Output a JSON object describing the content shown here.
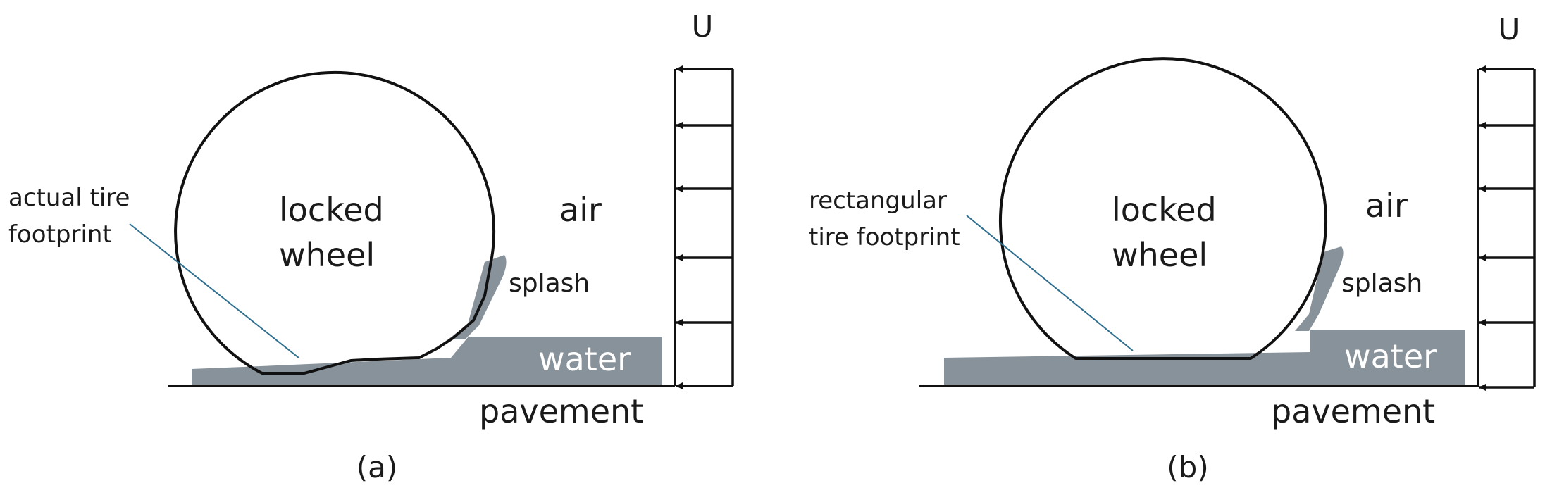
{
  "panel_a": {
    "wheel_label_line1": "locked",
    "wheel_label_line2": "wheel",
    "air_label": "air",
    "splash_label": "splash",
    "water_label": "water",
    "pavement_label": "pavement",
    "footprint_label_line1": "actual tire",
    "footprint_label_line2": "footprint",
    "velocity_label": "U",
    "caption": "(a)"
  },
  "panel_b": {
    "wheel_label_line1": "locked",
    "wheel_label_line2": "wheel",
    "air_label": "air",
    "splash_label": "splash",
    "water_label": "water",
    "pavement_label": "pavement",
    "footprint_label_line1": "rectangular",
    "footprint_label_line2": "tire footprint",
    "velocity_label": "U",
    "caption": "(b)"
  },
  "colors": {
    "water": "#87929a",
    "leader_line": "#2f6f8f",
    "outline": "#111111"
  }
}
